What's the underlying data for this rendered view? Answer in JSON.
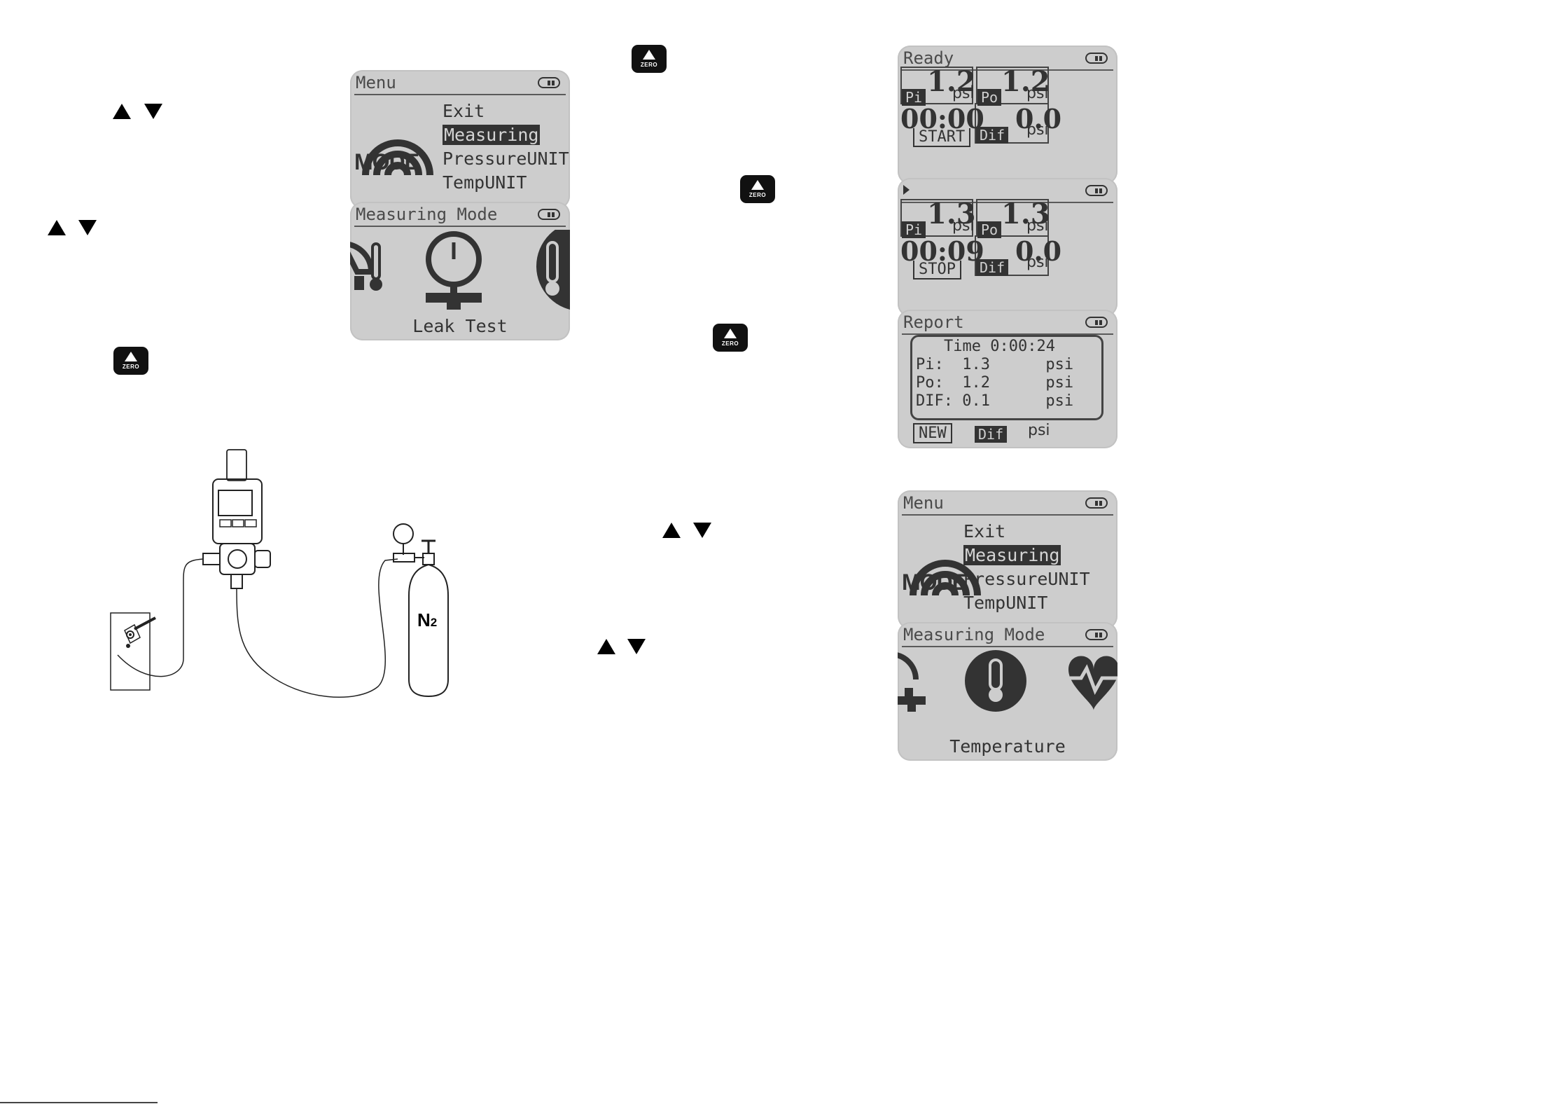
{
  "buttons": {
    "zero_label": "ZERO"
  },
  "screens": {
    "menu": {
      "title": "Menu",
      "items": [
        "Exit",
        "Measuring",
        "PressureUNIT",
        "TempUNIT"
      ],
      "selected": "Measuring",
      "logo": "MODE"
    },
    "measuring_mode_leak": {
      "title": "Measuring Mode",
      "caption": "Leak Test"
    },
    "ready": {
      "title": "Ready",
      "pi_value": "1.2",
      "pi_tag": "Pi",
      "pi_unit": "psi",
      "po_value": "1.2",
      "po_tag": "Po",
      "po_unit": "psi",
      "timer": "00:00",
      "action": "START",
      "dif_value": "0.0",
      "dif_tag": "Dif",
      "dif_unit": "psi"
    },
    "running": {
      "pi_value": "1.3",
      "pi_tag": "Pi",
      "pi_unit": "psi",
      "po_value": "1.3",
      "po_tag": "Po",
      "po_unit": "psi",
      "timer": "00:09",
      "action": "STOP",
      "dif_value": "0.0",
      "dif_tag": "Dif",
      "dif_unit": "psi"
    },
    "report": {
      "title": "Report",
      "time_line": "Time 0:00:24",
      "pi_line": "Pi:  1.3      psi",
      "po_line": "Po:  1.2      psi",
      "dif_line": "DIF: 0.1      psi",
      "action": "NEW",
      "dif_tag": "Dif",
      "unit": "psi"
    },
    "menu2": {
      "title": "Menu",
      "items": [
        "Exit",
        "Measuring",
        "PressureUNIT",
        "TempUNIT"
      ],
      "selected": "Measuring",
      "logo": "MODE"
    },
    "measuring_mode_temp": {
      "title": "Measuring Mode",
      "caption": "Temperature"
    }
  },
  "diagram": {
    "cylinder_label": "N",
    "cylinder_subscript": "2"
  },
  "colors": {
    "lcd_bg": "#cdcdcd",
    "lcd_ink": "#333333",
    "zero_button": "#111111"
  }
}
